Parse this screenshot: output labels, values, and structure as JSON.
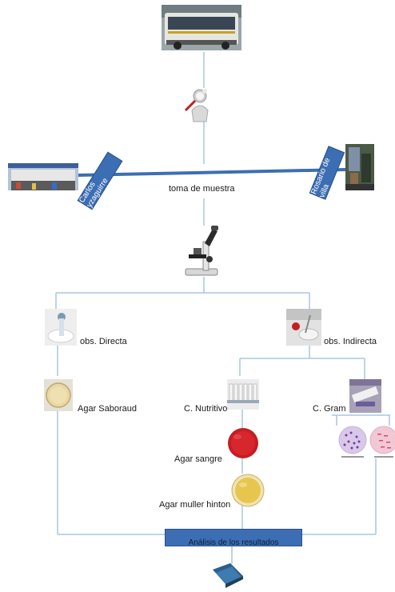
{
  "labels": {
    "sampling": "toma de muestra",
    "station_left": "Carlos yzaguirre",
    "station_right": "Rosario de villa",
    "direct": "obs. Directa",
    "indirect": "obs. Indirecta",
    "saboraud": "Agar Saboraud",
    "nutritivo": "C. Nutritivo",
    "gram": "C. Gram",
    "sangre": "Agar sangre",
    "muller": "Agar  muller hinton",
    "results": "Análisis de los resultados"
  },
  "colors": {
    "line": "#a9c6e4",
    "main_bar": "#3c6eb4",
    "box": "#3c6eb4",
    "blood_agar": "#c41e24",
    "muller_agar": "#e7c650"
  }
}
